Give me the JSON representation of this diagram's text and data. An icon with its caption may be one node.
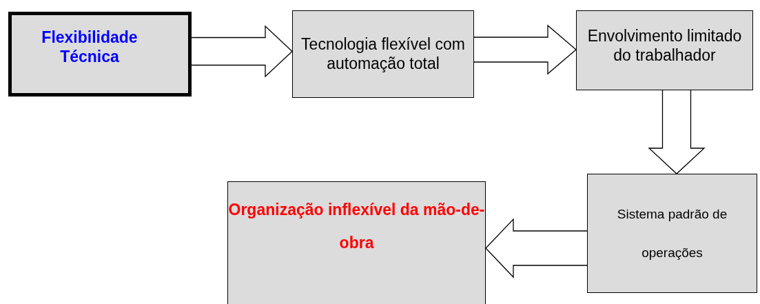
{
  "diagram": {
    "nodes": [
      {
        "text": [
          "Flexibilidade Técnica"
        ]
      },
      {
        "text": [
          "Tecnologia flexível com automação total"
        ]
      },
      {
        "text": [
          "Envolvimento limitado do trabalhador"
        ]
      },
      {
        "text": [
          "Sistema padrão de operações"
        ]
      },
      {
        "text": [
          "Organização inflexível da mão-de-obra"
        ]
      }
    ],
    "edges": [
      {
        "from": 0,
        "to": 1,
        "arrow": "to"
      },
      {
        "from": 1,
        "to": 2,
        "arrow": "to"
      },
      {
        "from": 2,
        "to": 3,
        "arrow": "to"
      },
      {
        "from": 3,
        "to": 4,
        "arrow": "to"
      }
    ]
  }
}
